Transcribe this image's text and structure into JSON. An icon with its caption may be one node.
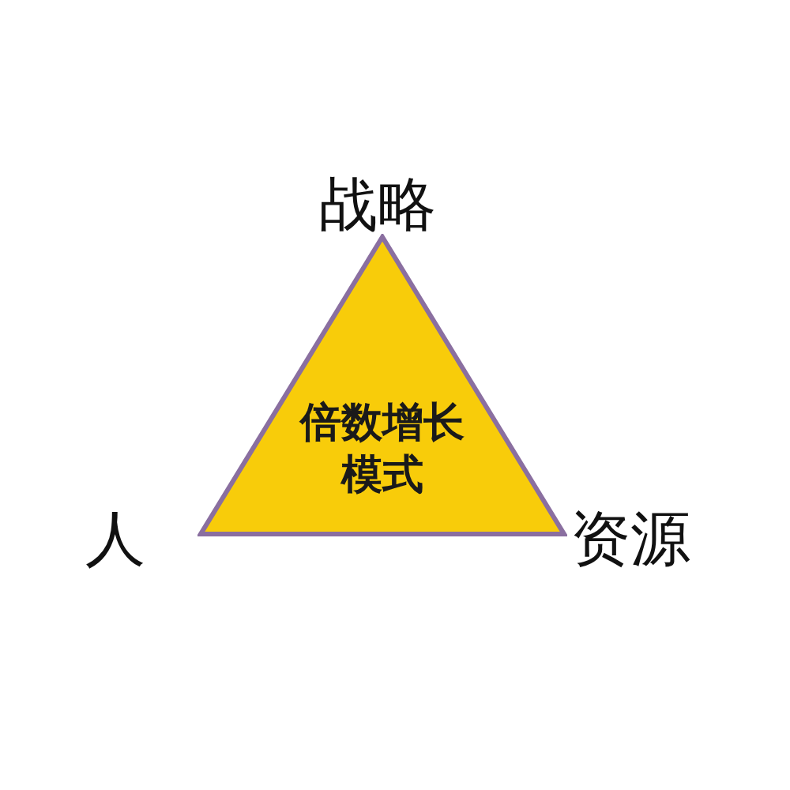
{
  "diagram": {
    "nodes": [
      {
        "text": [
          "倍数增长模式"
        ]
      }
    ],
    "labels": [
      "战略",
      "人",
      "资源"
    ]
  }
}
